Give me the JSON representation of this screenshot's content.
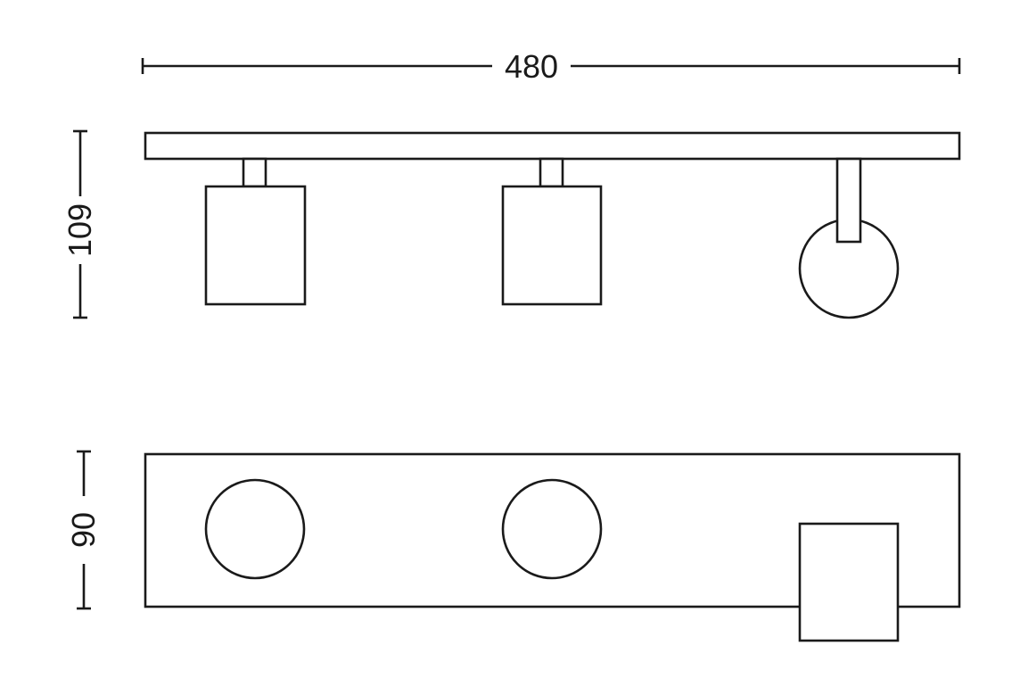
{
  "dimensions": {
    "width_label": "480",
    "height_label": "109",
    "depth_label": "90"
  },
  "colors": {
    "line": "#1a1a1a",
    "background": "#ffffff"
  }
}
